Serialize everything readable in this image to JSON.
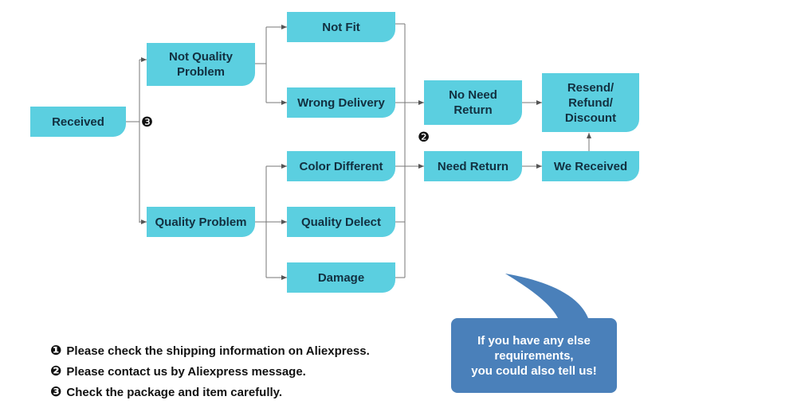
{
  "nodes": {
    "received": "Received",
    "not_quality_problem": "Not Quality\nProblem",
    "quality_problem": "Quality Problem",
    "not_fit": "Not Fit",
    "wrong_delivery": "Wrong Delivery",
    "color_different": "Color Different",
    "quality_defect": "Quality Delect",
    "damage": "Damage",
    "no_need_return": "No Need\nReturn",
    "need_return": "Need Return",
    "resend_refund_discount": "Resend/\nRefund/\nDiscount",
    "we_received": "We Received"
  },
  "markers": {
    "step3": "❸",
    "step2": "❷"
  },
  "notes": [
    {
      "num": "❶",
      "text": "Please check the shipping information on Aliexpress."
    },
    {
      "num": "❷",
      "text": "Please contact us by Aliexpress message."
    },
    {
      "num": "❸",
      "text": "Check the package and item carefully."
    }
  ],
  "bubble": {
    "text": "If you have any else\nrequirements,\nyou could also tell us!"
  },
  "colors": {
    "node_fill": "#5bcfe0",
    "bubble_fill": "#4a80ba",
    "line": "#666666"
  }
}
